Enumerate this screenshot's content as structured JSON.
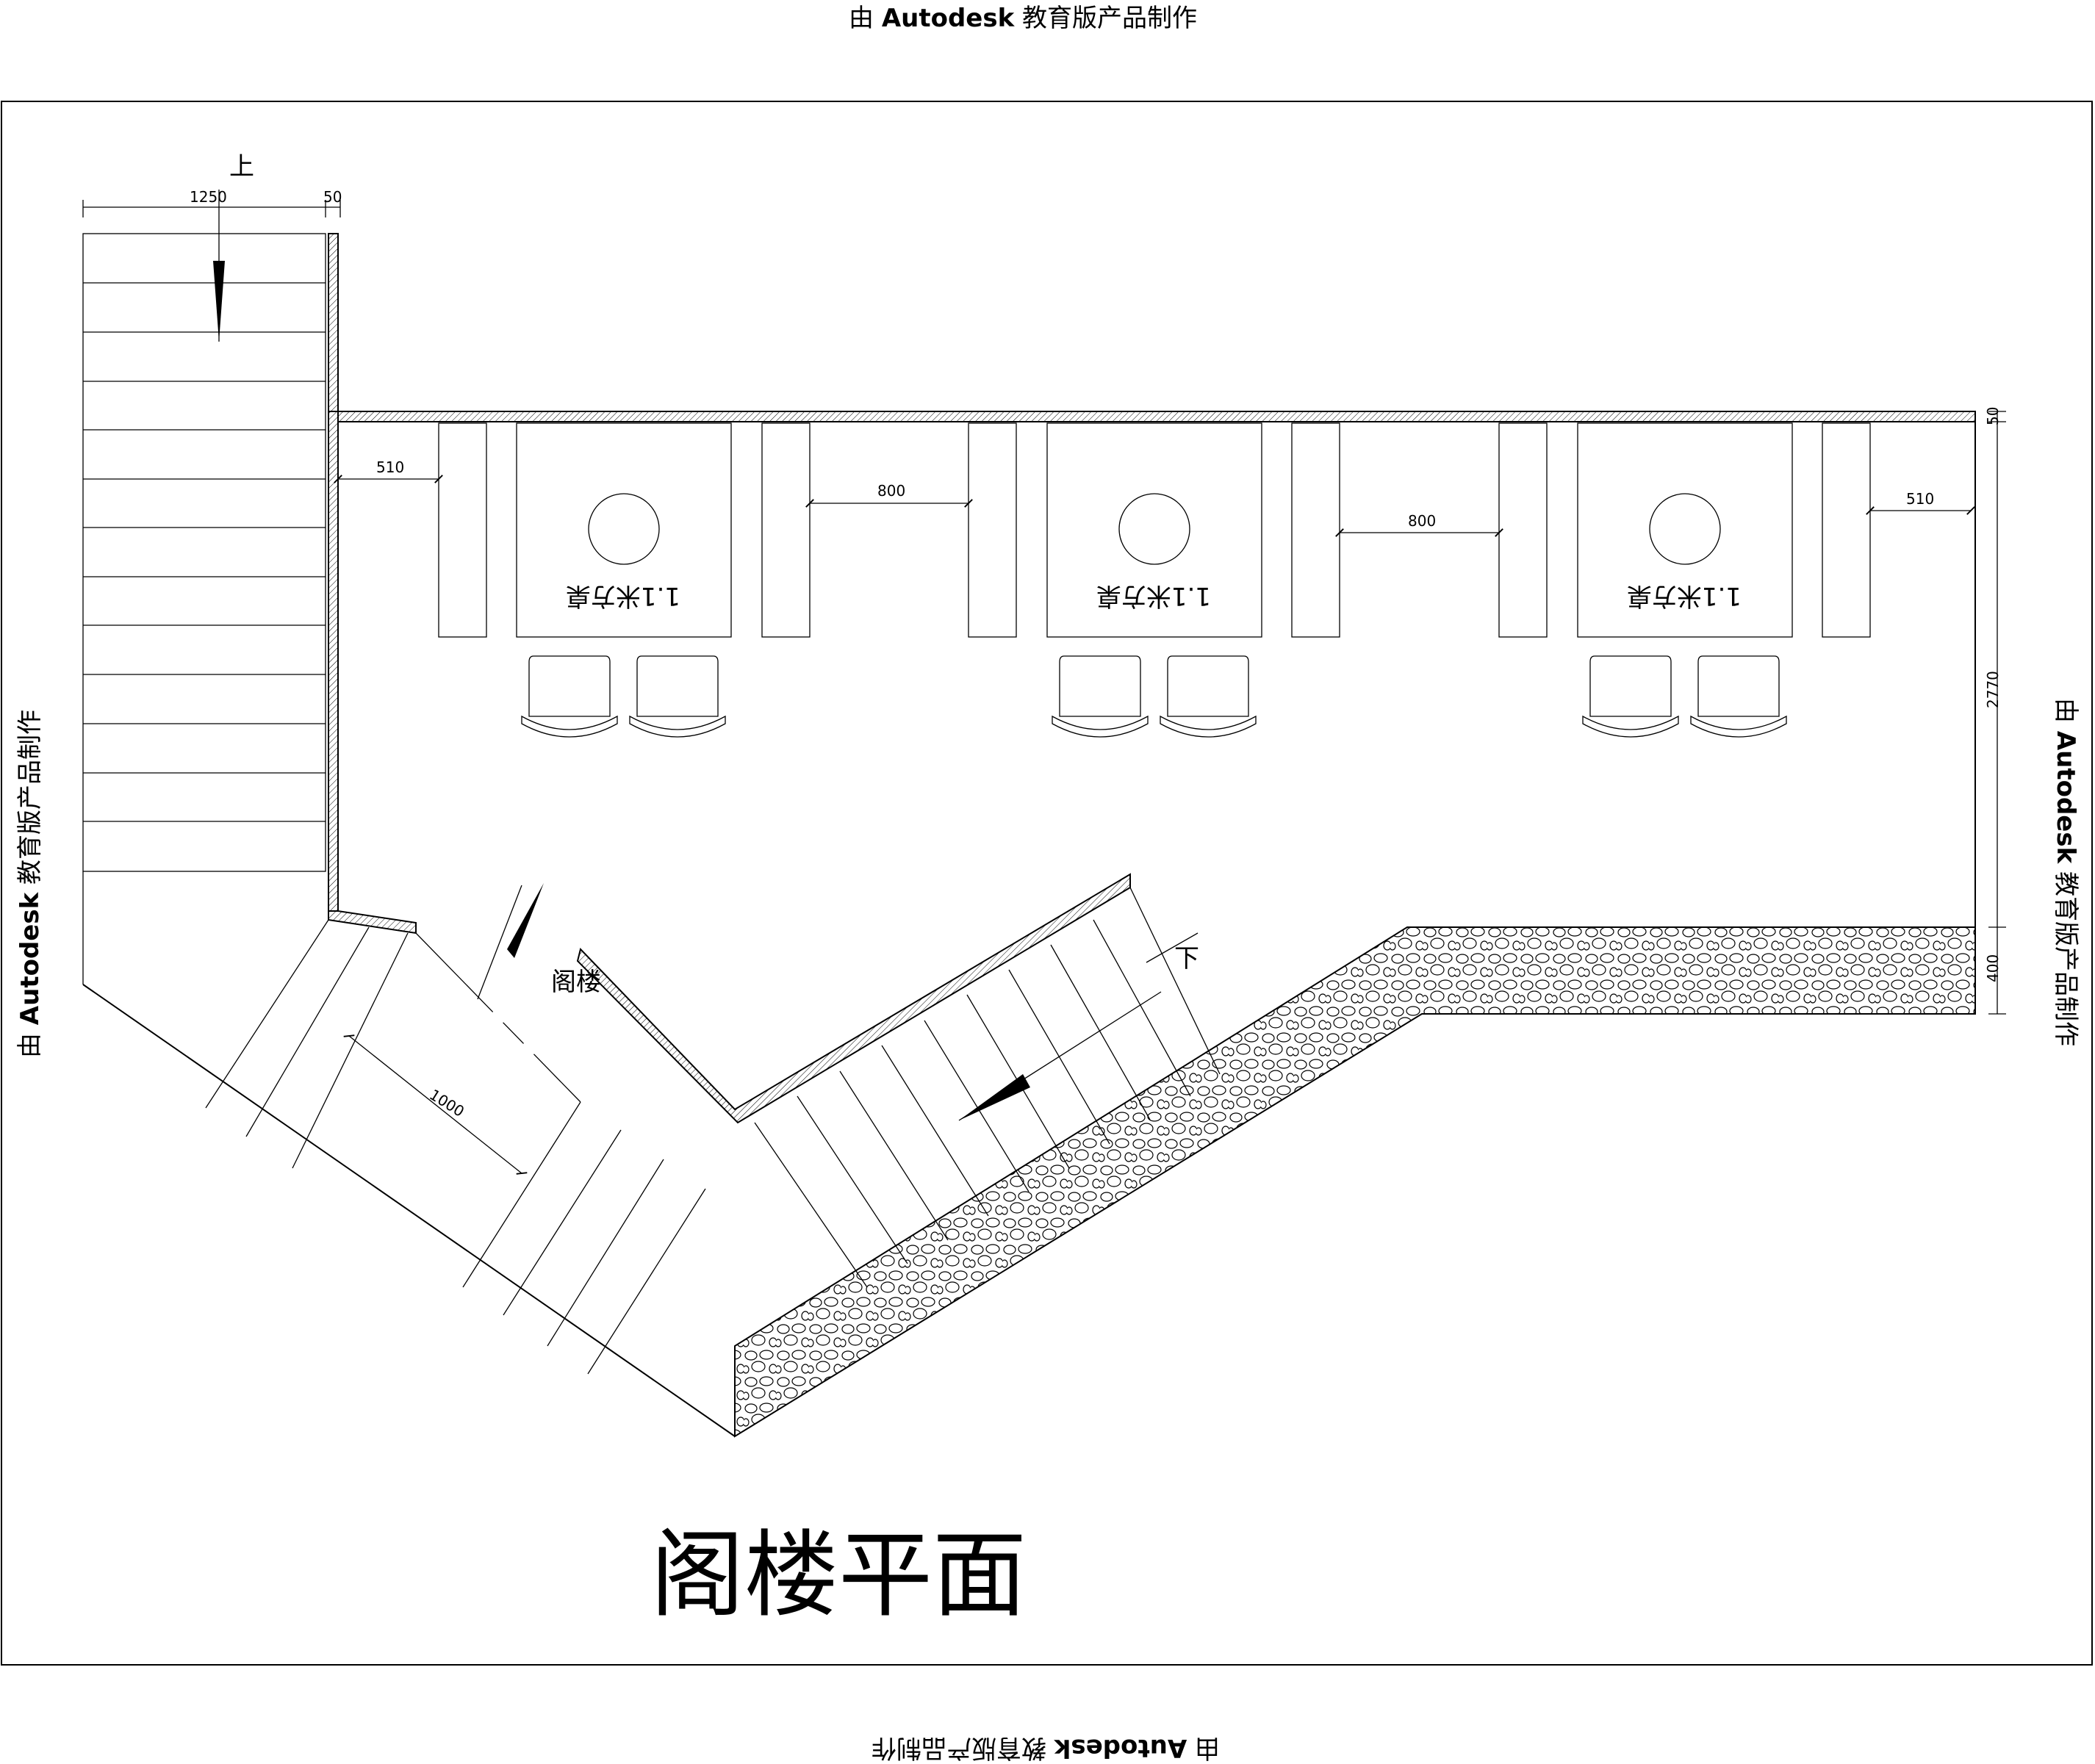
{
  "watermark": {
    "prefix": "由",
    "brand": "Autodesk",
    "suffix": "教育版产品制作"
  },
  "title": "阁楼平面",
  "labels": {
    "up": "上",
    "down": "下",
    "attic": "阁楼",
    "table": "1.1米方桌"
  },
  "dimensions": {
    "stair_width": "1250",
    "wall_top": "50",
    "left_gap": "510",
    "gap_1": "800",
    "gap_2": "800",
    "right_gap": "510",
    "wall_right": "50",
    "depth": "2770",
    "stone_band": "400",
    "landing": "1000"
  }
}
